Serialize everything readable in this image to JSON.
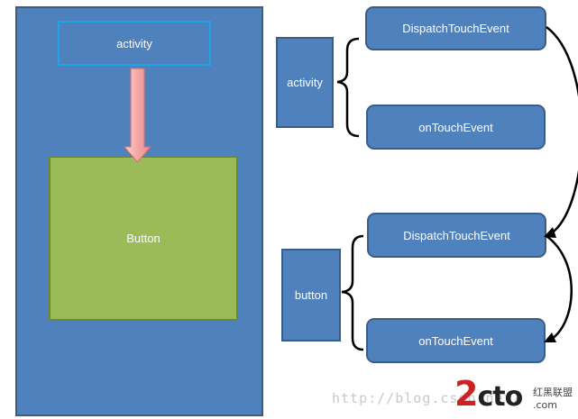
{
  "left_diagram": {
    "activity_label": "activity",
    "button_label": "Button"
  },
  "right_diagram": {
    "activity_group": {
      "label": "activity",
      "dispatch_label": "DispatchTouchEvent",
      "ontouch_label": "onTouchEvent"
    },
    "button_group": {
      "label": "button",
      "dispatch_label": "DispatchTouchEvent",
      "ontouch_label": "onTouchEvent"
    }
  },
  "watermark": {
    "url": "http://blog.csdn.net/",
    "logo_num": "2",
    "logo_rest": "cto",
    "logo_suffix": ".com",
    "cn_text": "红黑联盟"
  },
  "colors": {
    "box_fill": "#4f81bd",
    "box_border": "#385d8a",
    "button_fill": "#9bbb59",
    "activity_outline": "#1ea6e8",
    "arrow_fill": "#f4a6a6"
  }
}
